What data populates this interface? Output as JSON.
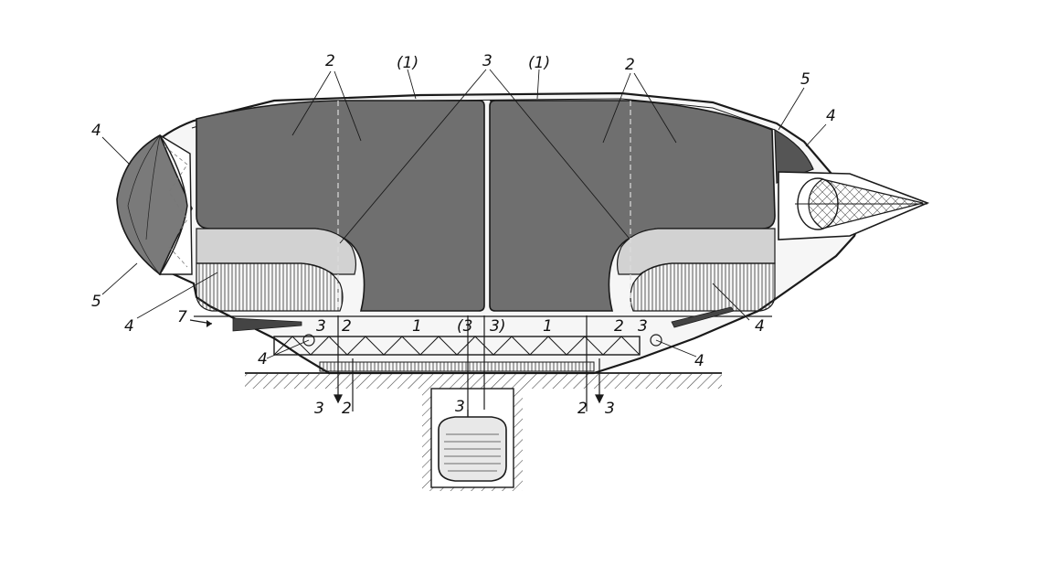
{
  "diagram": {
    "callouts": {
      "top_left_2": "2",
      "top_paren_1_left": "(1)",
      "top_3": "3",
      "top_paren_1_right": "(1)",
      "top_right_2": "2",
      "right_5": "5",
      "right_4": "4",
      "left_4": "4",
      "left_5": "5",
      "lower_left_4": "4",
      "label_7": "7",
      "inner_3_left": "3",
      "inner_2_left": "2",
      "inner_1_left": "1",
      "inner_paren_3_left": "(3",
      "inner_paren_3_right": "3)",
      "inner_1_right": "1",
      "inner_2_right": "2",
      "inner_3_right": "3",
      "lower_right_4_inner": "4",
      "bottom_left_4": "4",
      "bottom_right_4": "4",
      "pipe_left_3": "3",
      "pipe_left_2": "2",
      "pipe_center_3": "3",
      "pipe_right_2": "2",
      "pipe_right_3": "3"
    },
    "colors": {
      "chamber_fill": "#6f6f6f",
      "lower_band": "#d2d2d2",
      "ink": "#1a1a1a",
      "tank_fill": "#e8e8e8"
    }
  }
}
